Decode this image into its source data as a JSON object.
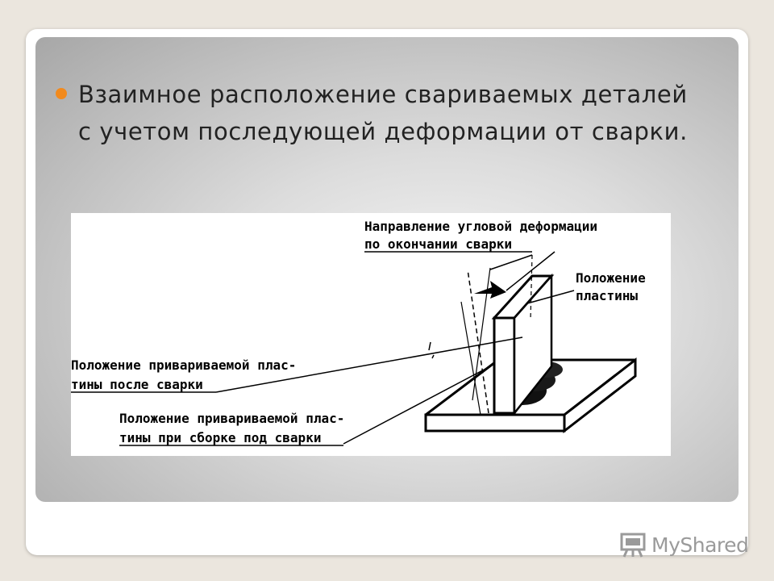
{
  "slide": {
    "bullet": "Взаимное расположение свариваемых деталей с учетом последующей деформации от сварки."
  },
  "figure": {
    "label_direction_line1": "Направление угловой деформации",
    "label_direction_line2": "по окончании сварки",
    "label_plate_line1": "Положение",
    "label_plate_line2": "пластины",
    "label_after_line1": "Положение привариваемой плас-",
    "label_after_line2": "тины после сварки",
    "label_assembly_line1": "Положение привариваемой плас-",
    "label_assembly_line2": "тины при сборке под сварки"
  },
  "watermark": {
    "text": "MyShared",
    "icon": "presentation-board-icon"
  },
  "colors": {
    "bullet": "#f28a1d",
    "watermark": "#9a9a9a"
  }
}
